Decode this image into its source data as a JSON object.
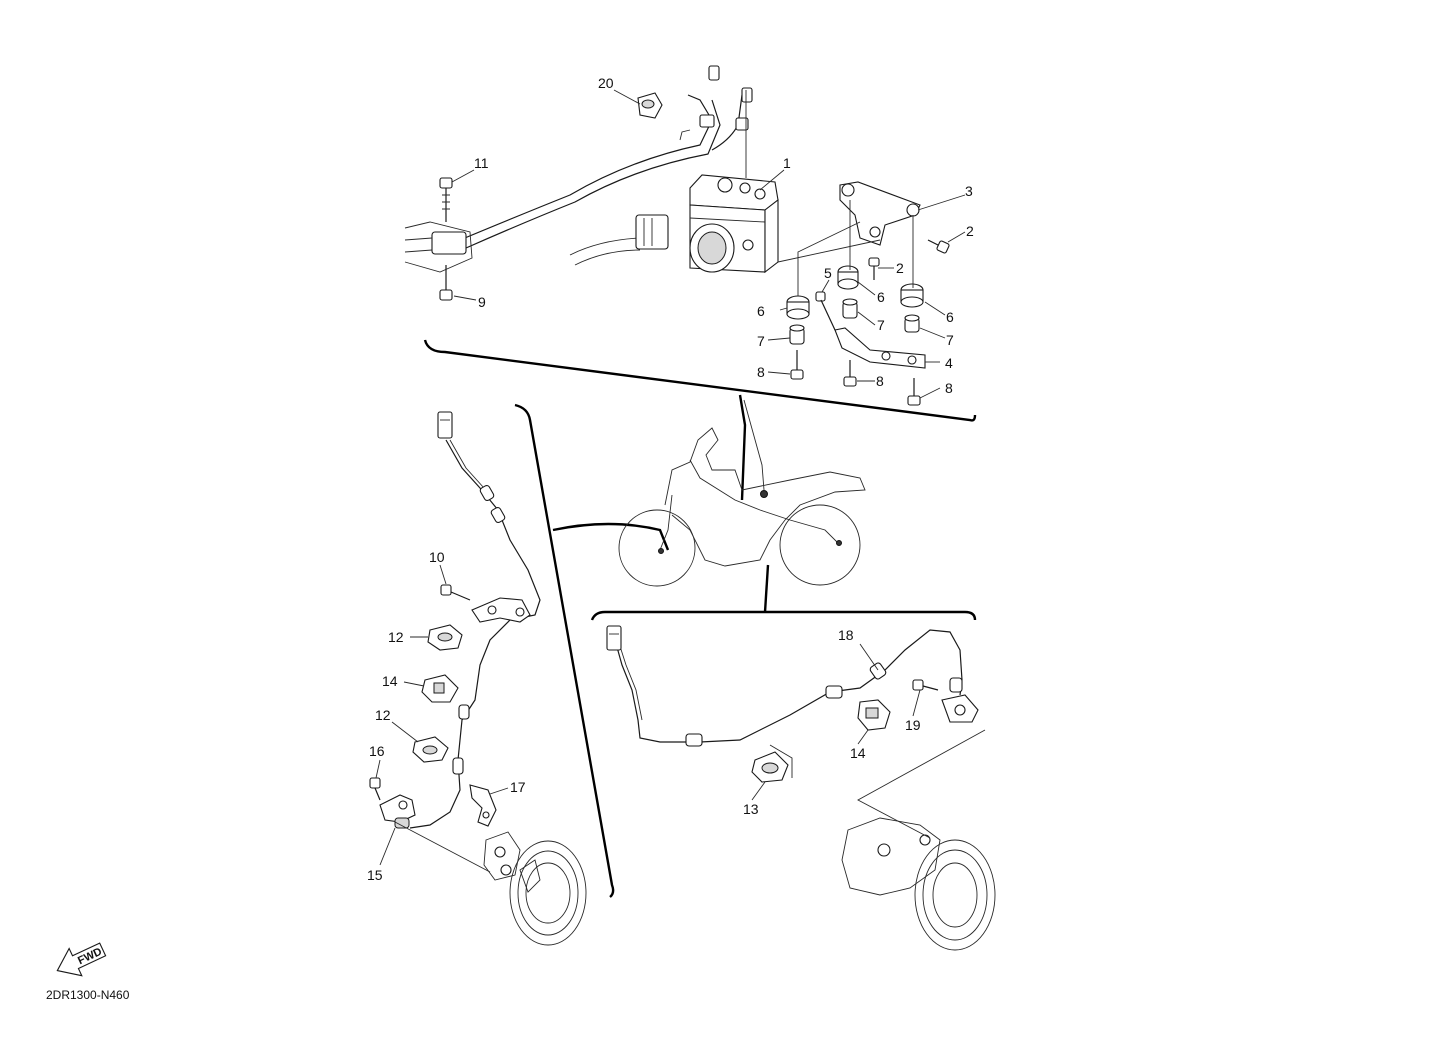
{
  "diagram_code": "2DR1300-N460",
  "fwd_label": "FWD",
  "callouts": {
    "c1": "1",
    "c2a": "2",
    "c2b": "2",
    "c3": "3",
    "c4": "4",
    "c5": "5",
    "c6a": "6",
    "c6b": "6",
    "c6c": "6",
    "c7a": "7",
    "c7b": "7",
    "c7c": "7",
    "c8a": "8",
    "c8b": "8",
    "c8c": "8",
    "c9": "9",
    "c10": "10",
    "c11": "11",
    "c12a": "12",
    "c12b": "12",
    "c13": "13",
    "c14a": "14",
    "c14b": "14",
    "c15": "15",
    "c16": "16",
    "c17": "17",
    "c18": "18",
    "c19": "19",
    "c20": "20"
  }
}
